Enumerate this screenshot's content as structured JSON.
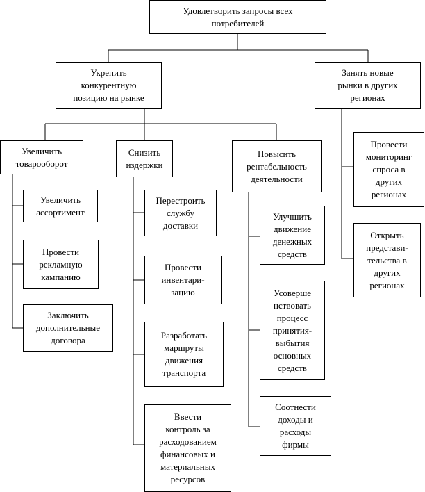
{
  "colors": {
    "line": "#000000",
    "border": "#000000",
    "background": "#ffffff",
    "text": "#000000"
  },
  "root": {
    "text": "Удовлетворить запросы всех\nпотребителей"
  },
  "goals": {
    "strengthen": {
      "text": "Укрепить\nконкурентную\nпозицию на рынке"
    },
    "new_markets": {
      "text": "Занять новые\nрынки в других\nрегионах"
    }
  },
  "subgoals": {
    "turnover": {
      "text": "Увеличить\nтоварооборот"
    },
    "costs": {
      "text": "Снизить\nиздержки"
    },
    "profitability": {
      "text": "Повысить\nрентабельность\nдеятельности"
    }
  },
  "tasks": {
    "turnover": [
      {
        "text": "Увеличить\nассортимент"
      },
      {
        "text": "Провести\nрекламную\nкампанию"
      },
      {
        "text": "Заключить\nдополнительные\nдоговора"
      }
    ],
    "costs": [
      {
        "text": "Перестроить\nслужбу\nдоставки"
      },
      {
        "text": "Провести\nинвентари-\nзацию"
      },
      {
        "text": "Разработать\nмаршруты\nдвижения\nтранспорта"
      },
      {
        "text": "Ввести\nконтроль за\nрасходованием\nфинансовых и\nматериальных\nресурсов"
      }
    ],
    "profitability": [
      {
        "text": "Улучшить\nдвижение\nденежных\nсредств"
      },
      {
        "text": "Усоверше\nнствовать\nпроцесс\nпринятия-\nвыбытия\nосновных\nсредств"
      },
      {
        "text": "Соотнести\nдоходы и\nрасходы\nфирмы"
      }
    ],
    "new_markets": [
      {
        "text": "Провести\nмониторинг\nспроса в\nдругих\nрегионах"
      },
      {
        "text": "Открыть\nпредстави-\nтельства в\nдругих\nрегионах"
      }
    ]
  }
}
